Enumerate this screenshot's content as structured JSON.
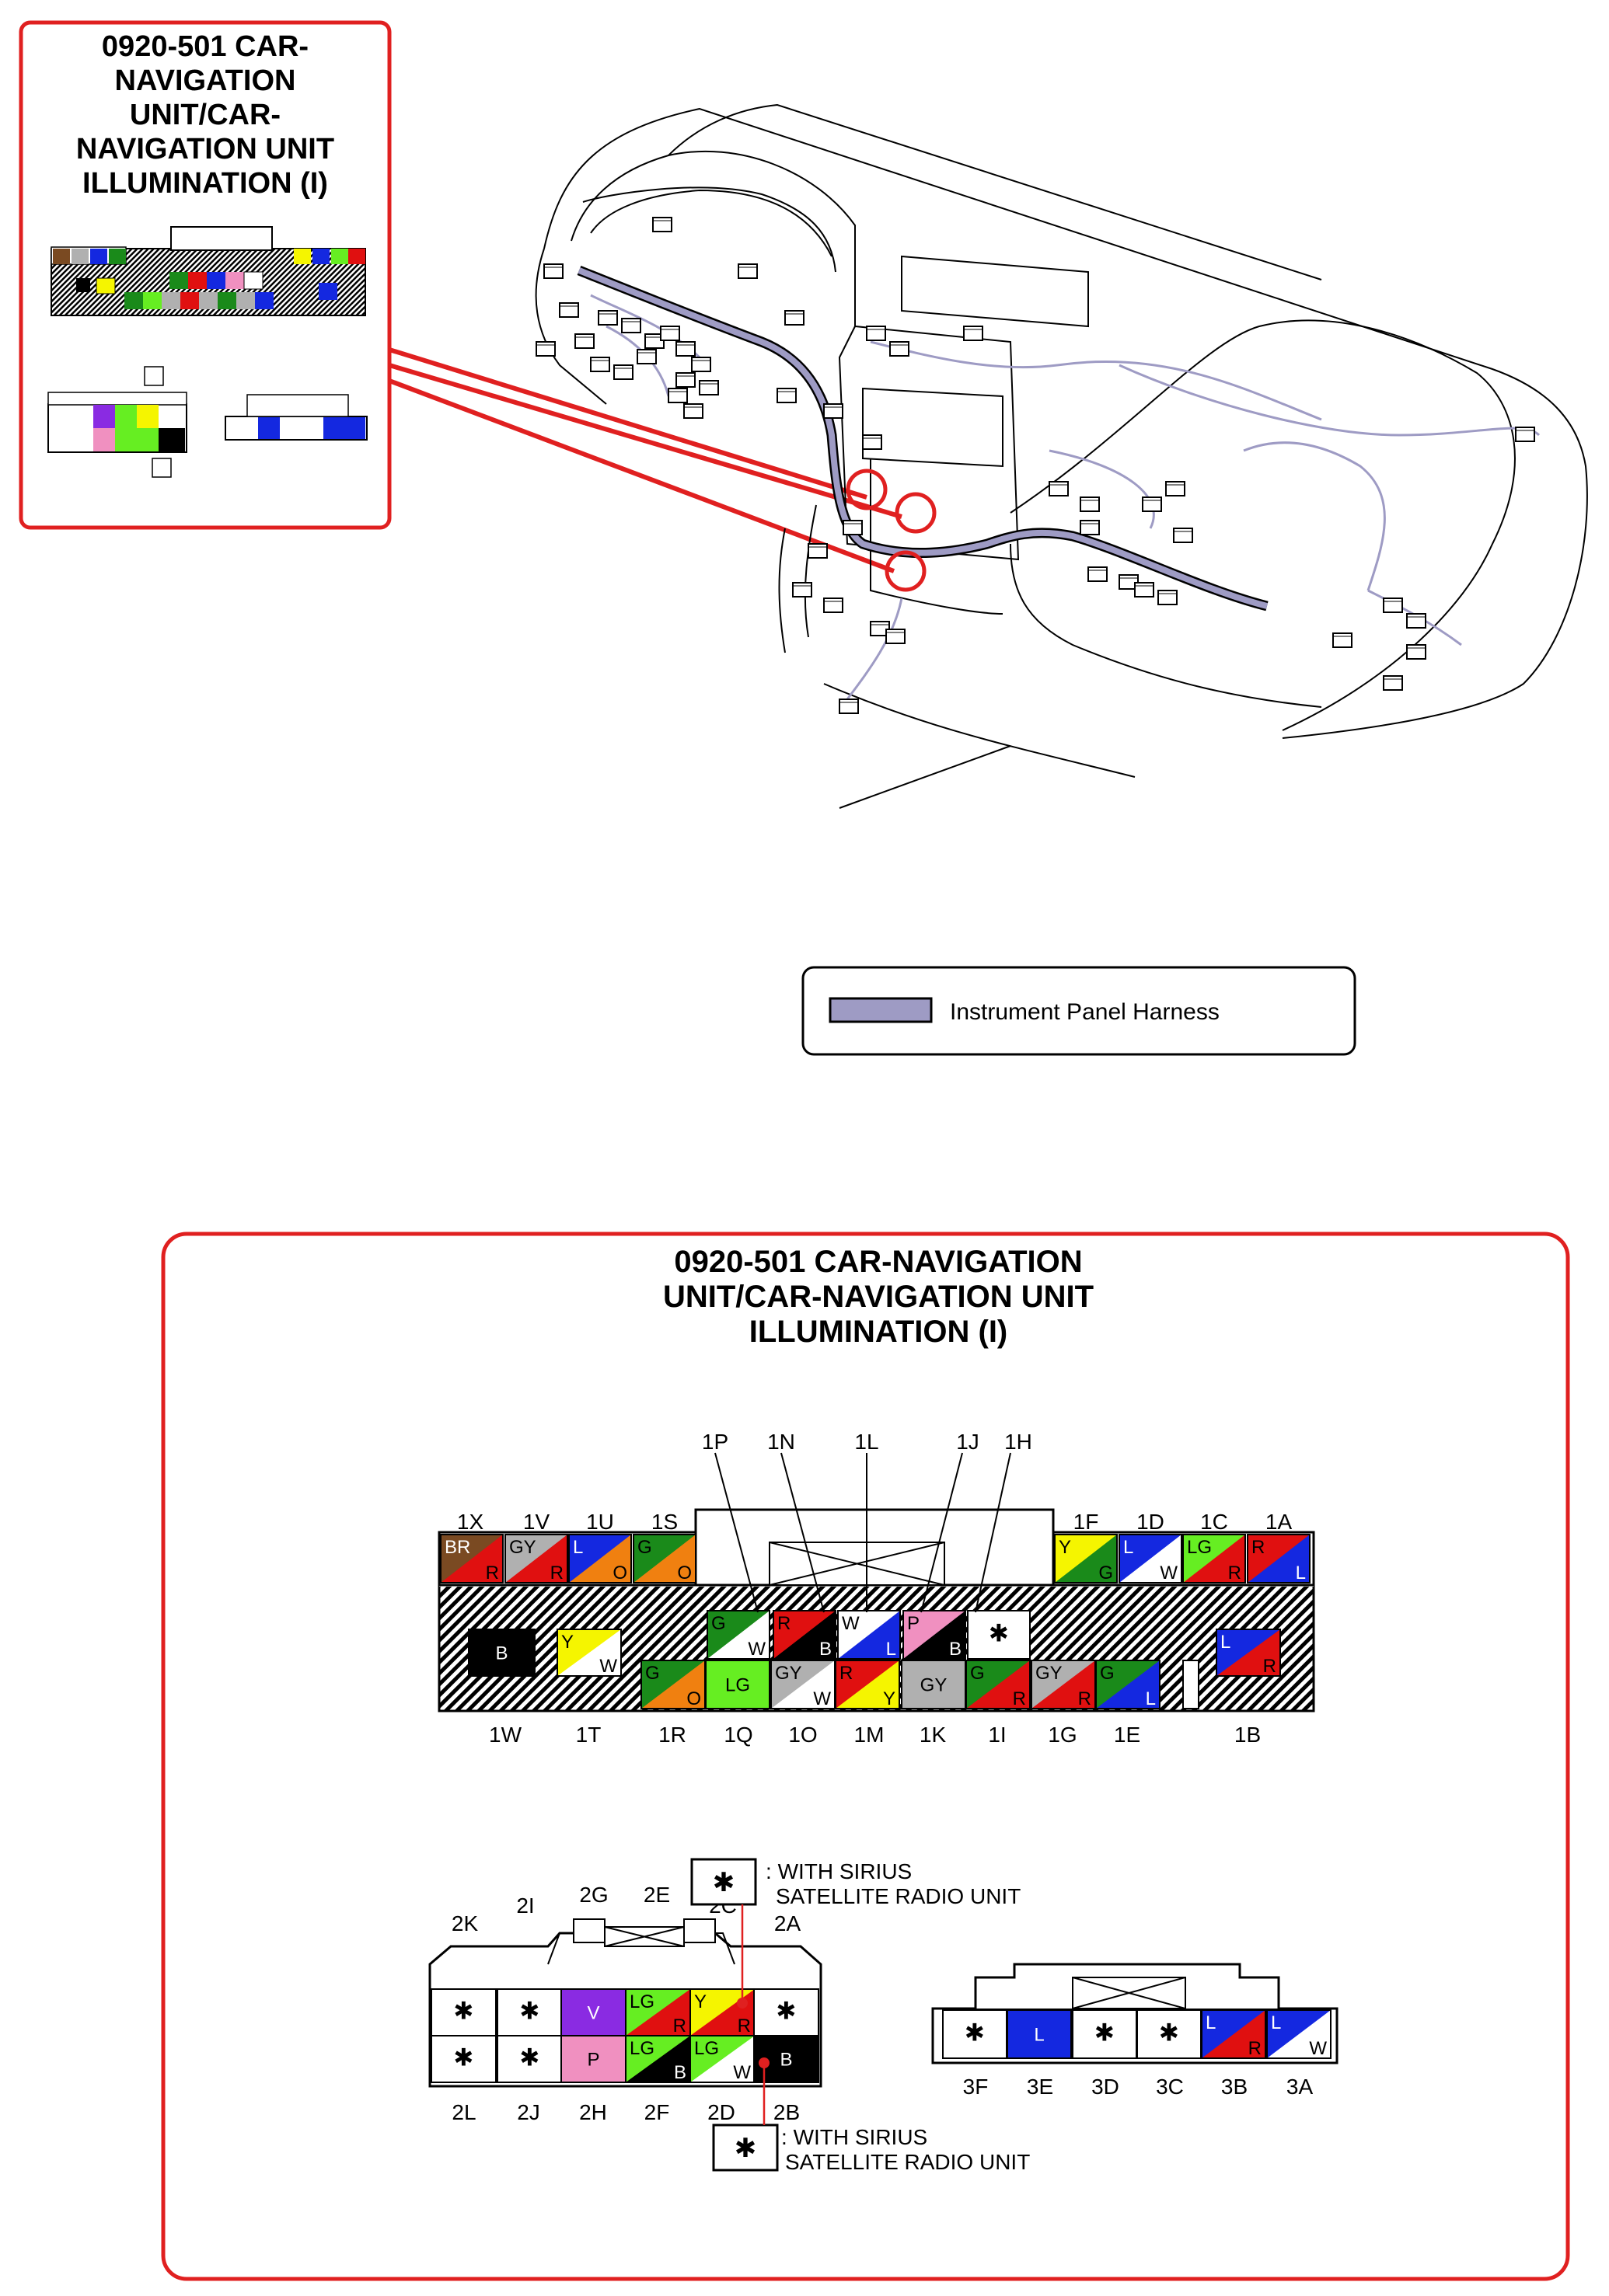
{
  "inset": {
    "title_lines": [
      "0920-501 CAR-",
      "NAVIGATION",
      "UNIT/CAR-",
      "NAVIGATION UNIT",
      "ILLUMINATION (I)"
    ]
  },
  "legend": {
    "label": "Instrument Panel Harness",
    "color": "#9e9bc4"
  },
  "detail": {
    "title_lines": [
      "0920-501 CAR-NAVIGATION",
      "UNIT/CAR-NAVIGATION UNIT",
      "ILLUMINATION (I)"
    ]
  },
  "connector1": {
    "top_callouts": [
      "1P",
      "1N",
      "1L",
      "1J",
      "1H"
    ],
    "top_left_labels": [
      "1X",
      "1V",
      "1U",
      "1S"
    ],
    "top_right_labels": [
      "1F",
      "1D",
      "1C",
      "1A"
    ],
    "bottom_labels": [
      "1W",
      "1T",
      "1R",
      "1Q",
      "1O",
      "1M",
      "1K",
      "1I",
      "1G",
      "1E",
      "1B"
    ],
    "top_left_cells": [
      {
        "tl": "BR",
        "br": "R",
        "c1": "#7a4a22",
        "c2": "#e01010"
      },
      {
        "tl": "GY",
        "br": "R",
        "c1": "#b0b0b0",
        "c2": "#e01010"
      },
      {
        "tl": "L",
        "br": "O",
        "c1": "#1428e0",
        "c2": "#f08010"
      },
      {
        "tl": "G",
        "br": "O",
        "c1": "#1a8a1a",
        "c2": "#f08010"
      }
    ],
    "top_right_cells": [
      {
        "tl": "Y",
        "br": "G",
        "c1": "#f5f500",
        "c2": "#1a8a1a"
      },
      {
        "tl": "L",
        "br": "W",
        "c1": "#1428e0",
        "c2": "#ffffff"
      },
      {
        "tl": "LG",
        "br": "R",
        "c1": "#66ee22",
        "c2": "#e01010"
      },
      {
        "tl": "R",
        "br": "L",
        "c1": "#e01010",
        "c2": "#1428e0"
      }
    ],
    "middle_cells": [
      {
        "tl": "G",
        "br": "W",
        "c1": "#1a8a1a",
        "c2": "#ffffff"
      },
      {
        "tl": "R",
        "br": "B",
        "c1": "#e01010",
        "c2": "#000000"
      },
      {
        "tl": "W",
        "br": "L",
        "c1": "#ffffff",
        "c2": "#1428e0"
      },
      {
        "tl": "P",
        "br": "B",
        "c1": "#f090c0",
        "c2": "#000000"
      },
      {
        "tl": "✱",
        "br": "",
        "c1": "#ffffff",
        "c2": "#ffffff"
      }
    ],
    "bottom_cells": [
      {
        "tl": "G",
        "br": "O",
        "c1": "#1a8a1a",
        "c2": "#f08010"
      },
      {
        "tl": "LG",
        "br": "",
        "c1": "#66ee22",
        "c2": "#66ee22"
      },
      {
        "tl": "GY",
        "br": "W",
        "c1": "#b0b0b0",
        "c2": "#ffffff"
      },
      {
        "tl": "R",
        "br": "Y",
        "c1": "#e01010",
        "c2": "#f5f500"
      },
      {
        "tl": "GY",
        "br": "",
        "c1": "#b0b0b0",
        "c2": "#b0b0b0"
      },
      {
        "tl": "G",
        "br": "R",
        "c1": "#1a8a1a",
        "c2": "#e01010"
      },
      {
        "tl": "GY",
        "br": "R",
        "c1": "#b0b0b0",
        "c2": "#e01010"
      },
      {
        "tl": "G",
        "br": "L",
        "c1": "#1a8a1a",
        "c2": "#1428e0"
      }
    ],
    "single_cells": {
      "b_left": "B",
      "yw": {
        "tl": "Y",
        "br": "W"
      },
      "lr": {
        "tl": "L",
        "br": "R"
      }
    }
  },
  "connector2": {
    "top_labels": [
      "2K",
      "2I",
      "2G",
      "2E",
      "2C",
      "2A"
    ],
    "bottom_labels": [
      "2L",
      "2J",
      "2H",
      "2F",
      "2D",
      "2B"
    ],
    "row_top": [
      {
        "tl": "✱",
        "br": "",
        "c1": "#ffffff",
        "c2": "#ffffff"
      },
      {
        "tl": "✱",
        "br": "",
        "c1": "#ffffff",
        "c2": "#ffffff"
      },
      {
        "tl": "V",
        "br": "",
        "c1": "#8a2be2",
        "c2": "#8a2be2"
      },
      {
        "tl": "LG",
        "br": "R",
        "c1": "#66ee22",
        "c2": "#e01010"
      },
      {
        "tl": "Y",
        "br": "R",
        "c1": "#f5f500",
        "c2": "#e01010"
      },
      {
        "tl": "✱",
        "br": "",
        "c1": "#ffffff",
        "c2": "#ffffff"
      }
    ],
    "row_bottom": [
      {
        "tl": "✱",
        "br": "",
        "c1": "#ffffff",
        "c2": "#ffffff"
      },
      {
        "tl": "✱",
        "br": "",
        "c1": "#ffffff",
        "c2": "#ffffff"
      },
      {
        "tl": "P",
        "br": "",
        "c1": "#f090c0",
        "c2": "#f090c0"
      },
      {
        "tl": "LG",
        "br": "B",
        "c1": "#66ee22",
        "c2": "#000000"
      },
      {
        "tl": "LG",
        "br": "W",
        "c1": "#66ee22",
        "c2": "#ffffff"
      },
      {
        "tl": "B",
        "br": "",
        "c1": "#000000",
        "c2": "#000000"
      }
    ],
    "note_top": [
      "WITH SIRIUS",
      "SATELLITE RADIO UNIT"
    ],
    "note_bottom": [
      "WITH SIRIUS",
      "SATELLITE RADIO UNIT"
    ],
    "note_symbol": "✱"
  },
  "connector3": {
    "labels": [
      "3F",
      "3E",
      "3D",
      "3C",
      "3B",
      "3A"
    ],
    "cells": [
      {
        "tl": "✱",
        "br": "",
        "c1": "#ffffff",
        "c2": "#ffffff"
      },
      {
        "tl": "L",
        "br": "",
        "c1": "#1428e0",
        "c2": "#1428e0"
      },
      {
        "tl": "✱",
        "br": "",
        "c1": "#ffffff",
        "c2": "#ffffff"
      },
      {
        "tl": "✱",
        "br": "",
        "c1": "#ffffff",
        "c2": "#ffffff"
      },
      {
        "tl": "L",
        "br": "R",
        "c1": "#1428e0",
        "c2": "#e01010"
      },
      {
        "tl": "L",
        "br": "W",
        "c1": "#1428e0",
        "c2": "#ffffff"
      }
    ]
  },
  "colors": {
    "frame": "#e02020",
    "harness": "#9e9bc4"
  }
}
